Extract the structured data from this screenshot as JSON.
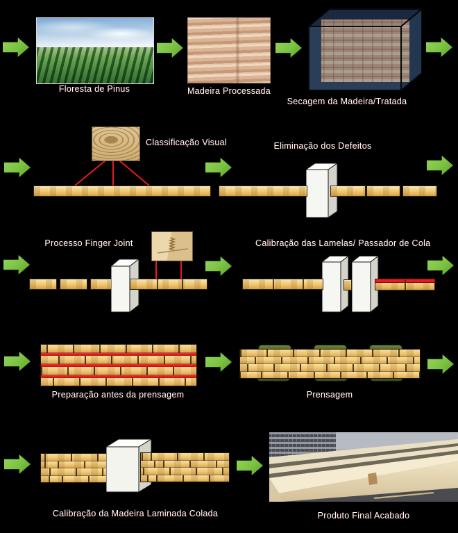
{
  "page": {
    "background": "#000000",
    "label_text_color": "#ffffff"
  },
  "colors": {
    "arrow_green": "#7cc242",
    "wood_plank": "#f0c875",
    "glue_red": "#e51c1c",
    "machine_body": "#f5f5f1",
    "press_clamp": "#4d6123",
    "drying_chamber": "#2b3e58"
  },
  "icons": {
    "flow_arrow": "green-right-arrow",
    "machine": "white-3d-box",
    "drying_chamber": "dark-translucent-cube"
  },
  "steps": [
    {
      "id": "floresta-de-pinus",
      "label": "Floresta de Pinus"
    },
    {
      "id": "madeira-processada",
      "label": "Madeira Processada"
    },
    {
      "id": "secagem-da-madeira",
      "label": "Secagem da Madeira/Tratada"
    },
    {
      "id": "classificacao-visual",
      "label": "Classificação Visual"
    },
    {
      "id": "eliminacao-dos-defeitos",
      "label": "Eliminação dos Defeitos"
    },
    {
      "id": "processo-finger-joint",
      "label": "Processo Finger Joint"
    },
    {
      "id": "calibracao-das-lamelas",
      "label": "Calibração das Lamelas/ Passador de Cola"
    },
    {
      "id": "preparacao-antes-da-prensagem",
      "label": "Preparação antes da prensagem"
    },
    {
      "id": "prensagem",
      "label": "Prensagem"
    },
    {
      "id": "calibracao-da-mlc",
      "label": "Calibração da Madeira Laminada Colada"
    },
    {
      "id": "produto-final-acabado",
      "label": "Produto Final Acabado"
    }
  ]
}
